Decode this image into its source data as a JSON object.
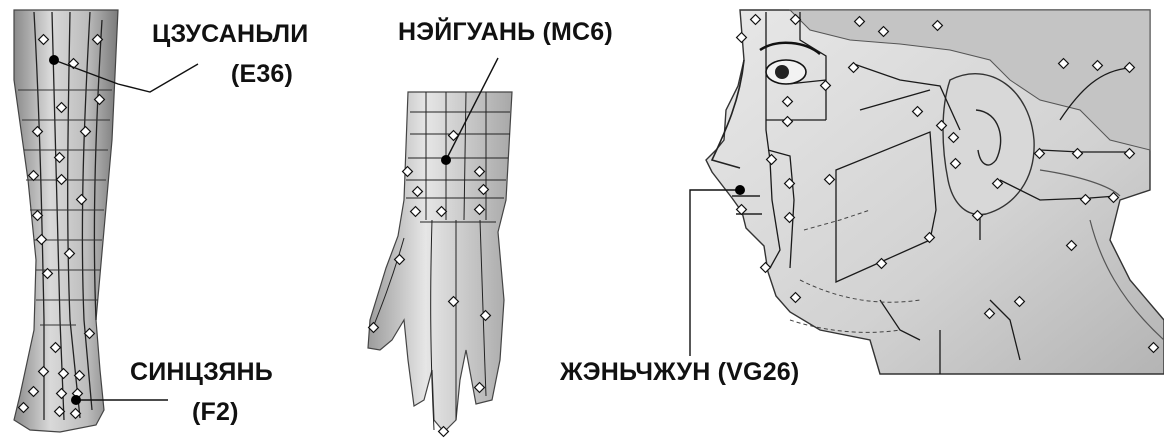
{
  "labels": {
    "zusanli_name": "ЦЗУСАНЬЛИ",
    "zusanli_code": "(E36)",
    "neiguan": "НЭЙГУАНЬ (MC6)",
    "xingjian_name": "СИНЦЗЯНЬ",
    "xingjian_code": "(F2)",
    "renzhong": "ЖЭНЬЧЖУН (VG26)"
  },
  "colors": {
    "skin": "#d7d7d7",
    "skin_shadow": "#9a9a9a",
    "line": "#1a1a1a",
    "point_marker": "#000000",
    "acupoint_fill": "#ffffff"
  }
}
